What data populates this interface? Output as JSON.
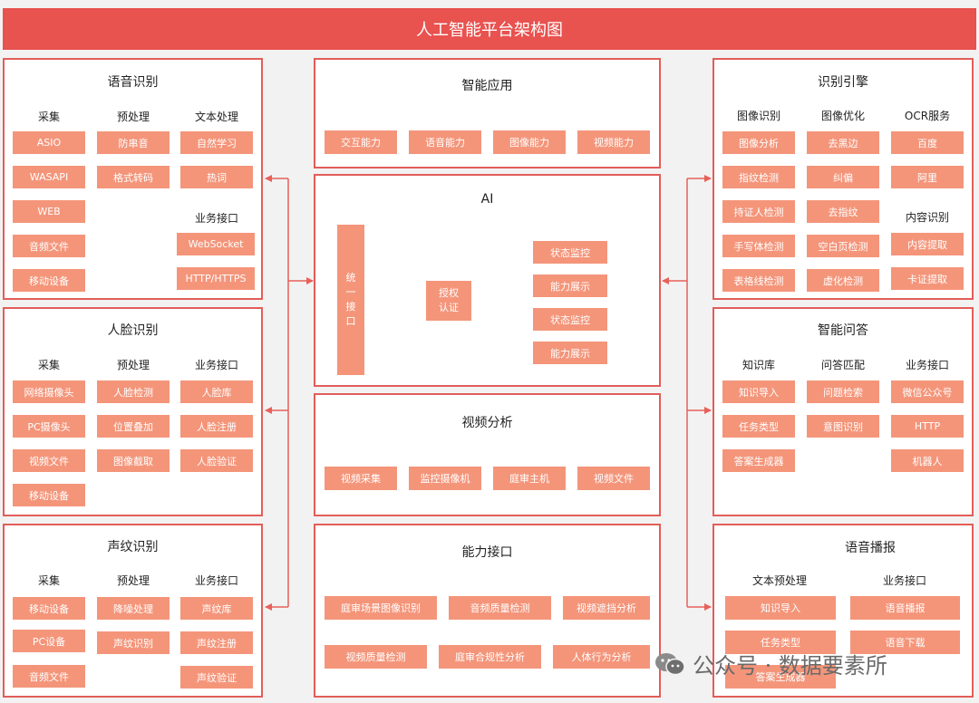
{
  "title": "人工智能平台架构图",
  "speech": {
    "title": "语音识别",
    "col1_head": "采集",
    "col1": [
      "ASIO",
      "WASAPI",
      "WEB",
      "音频文件",
      "移动设备"
    ],
    "col2_head": "预处理",
    "col2": [
      "防串音",
      "格式转码"
    ],
    "col3_head": "文本处理",
    "col3": [
      "自然学习",
      "热词"
    ],
    "col3b_head": "业务接口",
    "col3b": [
      "WebSocket",
      "HTTP/HTTPS"
    ]
  },
  "face": {
    "title": "人脸识别",
    "col1_head": "采集",
    "col1": [
      "网络摄像头",
      "PC摄像头",
      "视频文件",
      "移动设备"
    ],
    "col2_head": "预处理",
    "col2": [
      "人脸检测",
      "位置叠加",
      "图像截取"
    ],
    "col3_head": "业务接口",
    "col3": [
      "人脸库",
      "人脸注册",
      "人脸验证"
    ]
  },
  "voiceprint": {
    "title": "声纹识别",
    "col1_head": "采集",
    "col1": [
      "移动设备",
      "PC设备",
      "音频文件"
    ],
    "col2_head": "预处理",
    "col2": [
      "降噪处理",
      "声纹识别"
    ],
    "col3_head": "业务接口",
    "col3": [
      "声纹库",
      "声纹注册",
      "声纹验证"
    ]
  },
  "smart_app": {
    "title": "智能应用",
    "items": [
      "交互能力",
      "语音能力",
      "图像能力",
      "视频能力"
    ]
  },
  "ai": {
    "title": "AI",
    "unified": [
      "统",
      "一",
      "接",
      "口"
    ],
    "auth": [
      "授权",
      "认证"
    ],
    "outputs": [
      "状态监控",
      "能力展示",
      "状态监控",
      "能力展示"
    ]
  },
  "video": {
    "title": "视频分析",
    "items": [
      "视频采集",
      "监控摄像机",
      "庭审主机",
      "视频文件"
    ]
  },
  "capability": {
    "title": "能力接口",
    "row1": [
      "庭审场景图像识别",
      "音频质量检测",
      "视频遮挡分析"
    ],
    "row2": [
      "视频质量检测",
      "庭审合规性分析",
      "人体行为分析"
    ]
  },
  "engine": {
    "title": "识别引擎",
    "col1_head": "图像识别",
    "col1": [
      "图像分析",
      "指纹检测",
      "持证人检测",
      "手写体检测",
      "表格线检测"
    ],
    "col2_head": "图像优化",
    "col2": [
      "去黑边",
      "纠偏",
      "去指纹",
      "空白页检测",
      "虚化检测"
    ],
    "col3_head": "OCR服务",
    "col3": [
      "百度",
      "阿里"
    ],
    "col3b_head": "内容识别",
    "col3b": [
      "内容提取",
      "卡证提取"
    ]
  },
  "qa": {
    "title": "智能问答",
    "col1_head": "知识库",
    "col1": [
      "知识导入",
      "任务类型",
      "答案生成器"
    ],
    "col2_head": "问答匹配",
    "col2": [
      "问题检索",
      "意图识别"
    ],
    "col3_head": "业务接口",
    "col3": [
      "微信公众号",
      "HTTP",
      "机器人"
    ]
  },
  "broadcast": {
    "title": "语音播报",
    "col1_head": "文本预处理",
    "col1": [
      "知识导入",
      "任务类型",
      "答案生成器"
    ],
    "col2_head": "业务接口",
    "col2": [
      "语音播报",
      "语音下载"
    ]
  },
  "watermark": "公众号 · 数据要素所",
  "colors": {
    "header": "#e8524f",
    "border": "#e25d59",
    "box": "#f4957a",
    "line": "#e8605a"
  }
}
